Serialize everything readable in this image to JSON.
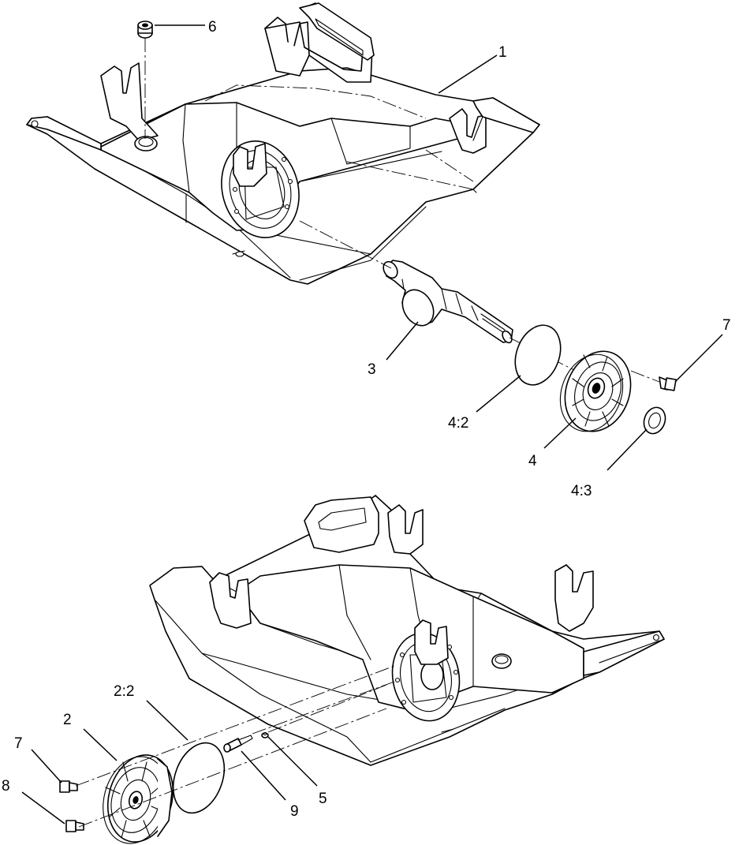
{
  "callouts": {
    "c1": "1",
    "c2": "2",
    "c2_2": "2:2",
    "c3": "3",
    "c4": "4",
    "c4_2": "4:2",
    "c4_3": "4:3",
    "c5": "5",
    "c6": "6",
    "c7_top": "7",
    "c7_bottom": "7",
    "c8": "8",
    "c9": "9"
  },
  "colors": {
    "line": "#000000",
    "background": "#ffffff"
  }
}
